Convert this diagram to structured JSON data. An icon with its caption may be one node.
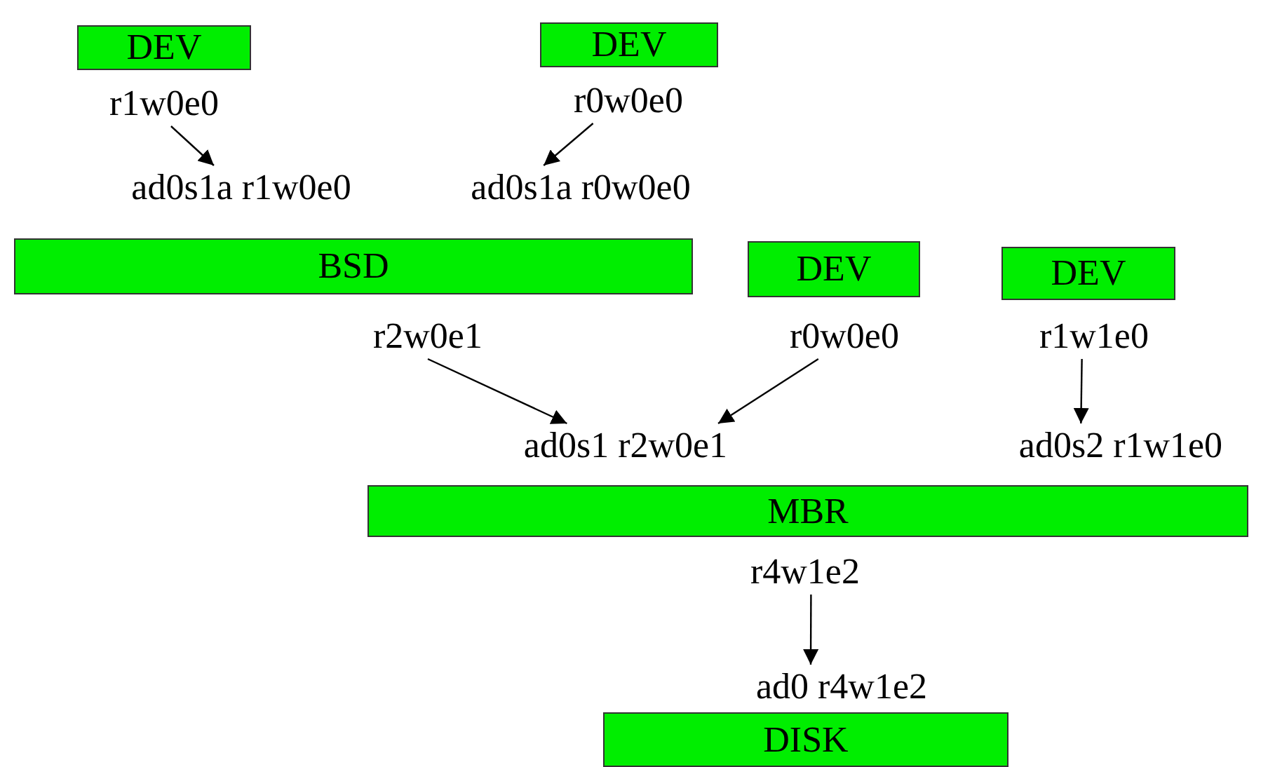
{
  "diagram": {
    "nodes": [
      {
        "text": [
          "DEV"
        ]
      },
      {
        "text": [
          "r1w0e0"
        ]
      },
      {
        "text": [
          "DEV"
        ]
      },
      {
        "text": [
          "r0w0e0"
        ]
      },
      {
        "text": [
          "ad0s1a r1w0e0"
        ]
      },
      {
        "text": [
          "ad0s1a r0w0e0"
        ]
      },
      {
        "text": [
          "BSD"
        ]
      },
      {
        "text": [
          "DEV"
        ]
      },
      {
        "text": [
          "DEV"
        ]
      },
      {
        "text": [
          "r2w0e1"
        ]
      },
      {
        "text": [
          "r0w0e0"
        ]
      },
      {
        "text": [
          "r1w1e0"
        ]
      },
      {
        "text": [
          "ad0s1 r2w0e1"
        ]
      },
      {
        "text": [
          "ad0s2 r1w1e0"
        ]
      },
      {
        "text": [
          "MBR"
        ]
      },
      {
        "text": [
          "r4w1e2"
        ]
      },
      {
        "text": [
          "ad0 r4w1e2"
        ]
      },
      {
        "text": [
          "DISK"
        ]
      }
    ],
    "edges": [
      {
        "from": 1,
        "to": 4,
        "arrow": "to"
      },
      {
        "from": 3,
        "to": 5,
        "arrow": "to"
      },
      {
        "from": 9,
        "to": 12,
        "arrow": "to"
      },
      {
        "from": 10,
        "to": 12,
        "arrow": "to"
      },
      {
        "from": 11,
        "to": 13,
        "arrow": "to"
      },
      {
        "from": 15,
        "to": 16,
        "arrow": "to"
      }
    ]
  }
}
